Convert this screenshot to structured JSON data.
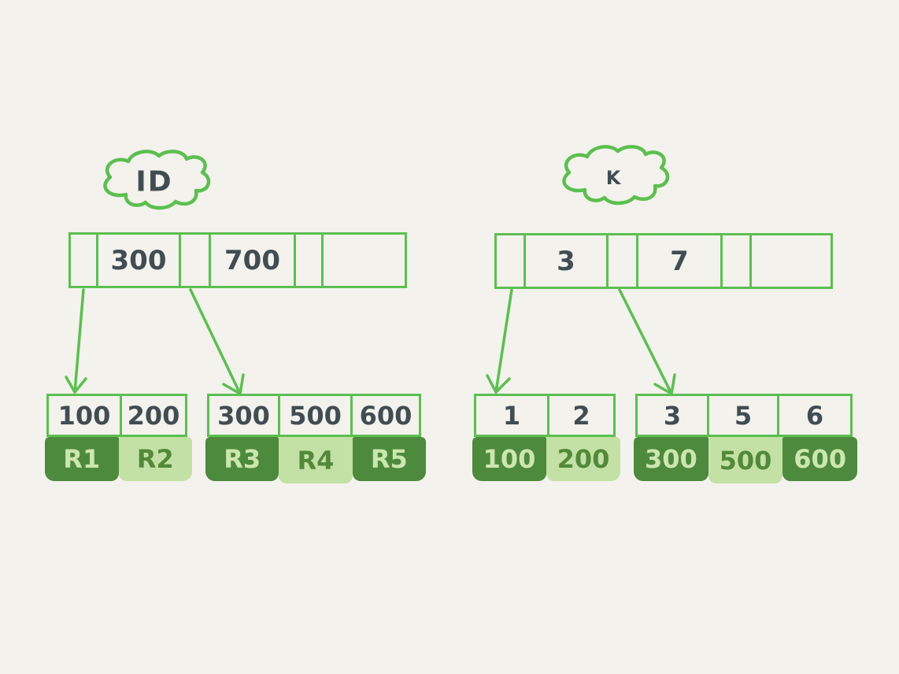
{
  "palette": {
    "background": "#f4f2ed",
    "stroke_green": "#5cbf50",
    "ink": "#414d53",
    "record_dark_bg": "#4e8a3d",
    "record_dark_text": "#cce7ad",
    "record_light_bg": "#c3e1a4",
    "record_light_text": "#53893a"
  },
  "left_tree": {
    "cloud_label": "ID",
    "root_cells": [
      "",
      "300",
      "",
      "700",
      "",
      ""
    ],
    "leaves": [
      {
        "keys": [
          "100",
          "200"
        ],
        "records": [
          {
            "label": "R1",
            "tone": "dark"
          },
          {
            "label": "R2",
            "tone": "light"
          }
        ]
      },
      {
        "keys": [
          "300",
          "500",
          "600"
        ],
        "records": [
          {
            "label": "R3",
            "tone": "dark"
          },
          {
            "label": "R4",
            "tone": "light"
          },
          {
            "label": "R5",
            "tone": "dark"
          }
        ]
      }
    ]
  },
  "right_tree": {
    "cloud_label": "K",
    "root_cells": [
      "",
      "3",
      "",
      "7",
      "",
      ""
    ],
    "leaves": [
      {
        "keys": [
          "1",
          "2"
        ],
        "records": [
          {
            "label": "100",
            "tone": "dark"
          },
          {
            "label": "200",
            "tone": "light"
          }
        ]
      },
      {
        "keys": [
          "3",
          "5",
          "6"
        ],
        "records": [
          {
            "label": "300",
            "tone": "dark"
          },
          {
            "label": "500",
            "tone": "light"
          },
          {
            "label": "600",
            "tone": "dark"
          }
        ]
      }
    ]
  }
}
